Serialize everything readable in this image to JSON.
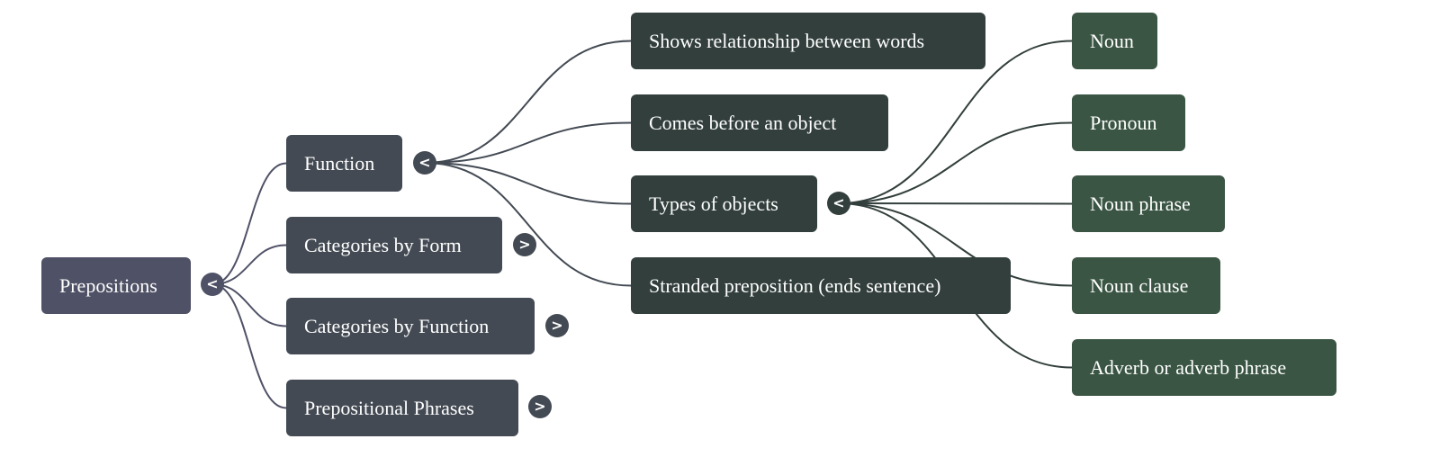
{
  "colors": {
    "root": "#4f5166",
    "level1": "#434a53",
    "level2": "#323f3c",
    "level3": "#3a5543",
    "edge_root": "#4f5166",
    "edge_level1": "#434a53",
    "edge_level2": "#323f3c",
    "toggle_root": "#4f5166",
    "toggle_level1": "#434a53",
    "toggle_level2": "#323f3c"
  },
  "icons": {
    "collapse": "<",
    "expand": ">"
  },
  "mindmap": {
    "root": {
      "label": "Prepositions",
      "toggle": "collapse-icon"
    },
    "level1": [
      {
        "label": "Function",
        "toggle": "collapse-icon",
        "expanded": true
      },
      {
        "label": "Categories by Form",
        "toggle": "expand-icon",
        "expanded": false
      },
      {
        "label": "Categories by Function",
        "toggle": "expand-icon",
        "expanded": false
      },
      {
        "label": "Prepositional Phrases",
        "toggle": "expand-icon",
        "expanded": false
      }
    ],
    "function_children": [
      {
        "label": "Shows relationship between words"
      },
      {
        "label": "Comes before an object"
      },
      {
        "label": "Types of objects",
        "toggle": "collapse-icon",
        "expanded": true
      },
      {
        "label": "Stranded preposition (ends sentence)"
      }
    ],
    "types_of_objects_children": [
      {
        "label": "Noun"
      },
      {
        "label": "Pronoun"
      },
      {
        "label": "Noun phrase"
      },
      {
        "label": "Noun clause"
      },
      {
        "label": "Adverb or adverb phrase"
      }
    ]
  }
}
